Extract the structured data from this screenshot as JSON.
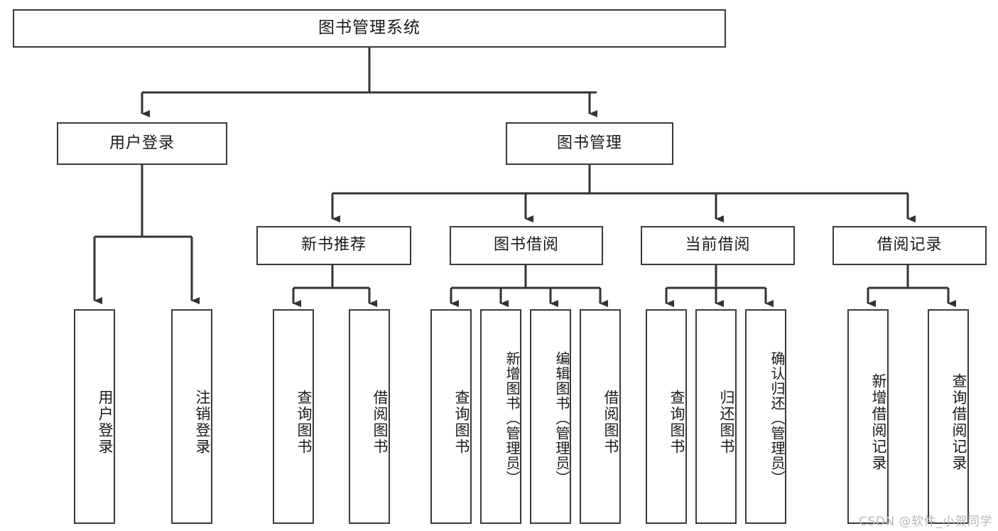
{
  "diagram": {
    "type": "tree",
    "title": "图书管理系统",
    "orientation": "top-down",
    "theme": {
      "box_fill": "#ffffff",
      "box_stroke": "#3a3a3a",
      "text": "#1a1a1a",
      "wire": "#333333",
      "watermark": "#b9b9b9"
    },
    "root": {
      "label": "图书管理系统"
    },
    "level2": [
      {
        "label": "用户登录"
      },
      {
        "label": "图书管理"
      }
    ],
    "level3": [
      {
        "label": "新书推荐"
      },
      {
        "label": "图书借阅"
      },
      {
        "label": "当前借阅"
      },
      {
        "label": "借阅记录"
      }
    ],
    "leaves": {
      "user_login": [
        {
          "label": "用户登录"
        },
        {
          "label": "注销登录"
        }
      ],
      "new_book": [
        {
          "label": "查询图书"
        },
        {
          "label": "借阅图书"
        }
      ],
      "borrow_book": [
        {
          "label": "查询图书"
        },
        {
          "label": "新增图书（管理员）"
        },
        {
          "label": "编辑图书（管理员）"
        },
        {
          "label": "借阅图书"
        }
      ],
      "current_borrow": [
        {
          "label": "查询图书"
        },
        {
          "label": "归还图书"
        },
        {
          "label": "确认归还（管理员）"
        }
      ],
      "borrow_record": [
        {
          "label": "新增借阅记录"
        },
        {
          "label": "查询借阅记录"
        }
      ]
    }
  },
  "watermark": {
    "text": "CSDN @软件_小贺同学"
  }
}
